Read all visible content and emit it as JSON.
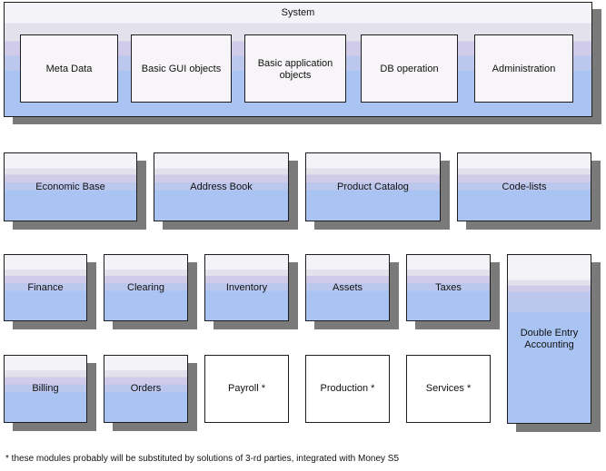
{
  "system": {
    "title": "System",
    "components": [
      "Meta Data",
      "Basic GUI objects",
      "Basic application\nobjects",
      "DB operation",
      "Administration"
    ]
  },
  "base_modules": [
    "Economic Base",
    "Address Book",
    "Product Catalog",
    "Code-lists"
  ],
  "modules_row1": [
    "Finance",
    "Clearing",
    "Inventory",
    "Assets",
    "Taxes"
  ],
  "modules_row2": [
    "Billing",
    "Orders",
    "Payroll *",
    "Production *",
    "Services *"
  ],
  "accounting_module": "Double Entry\nAccounting",
  "footnote": "* these modules probably will be substituted by solutions of 3-rd parties, integrated with Money S5"
}
